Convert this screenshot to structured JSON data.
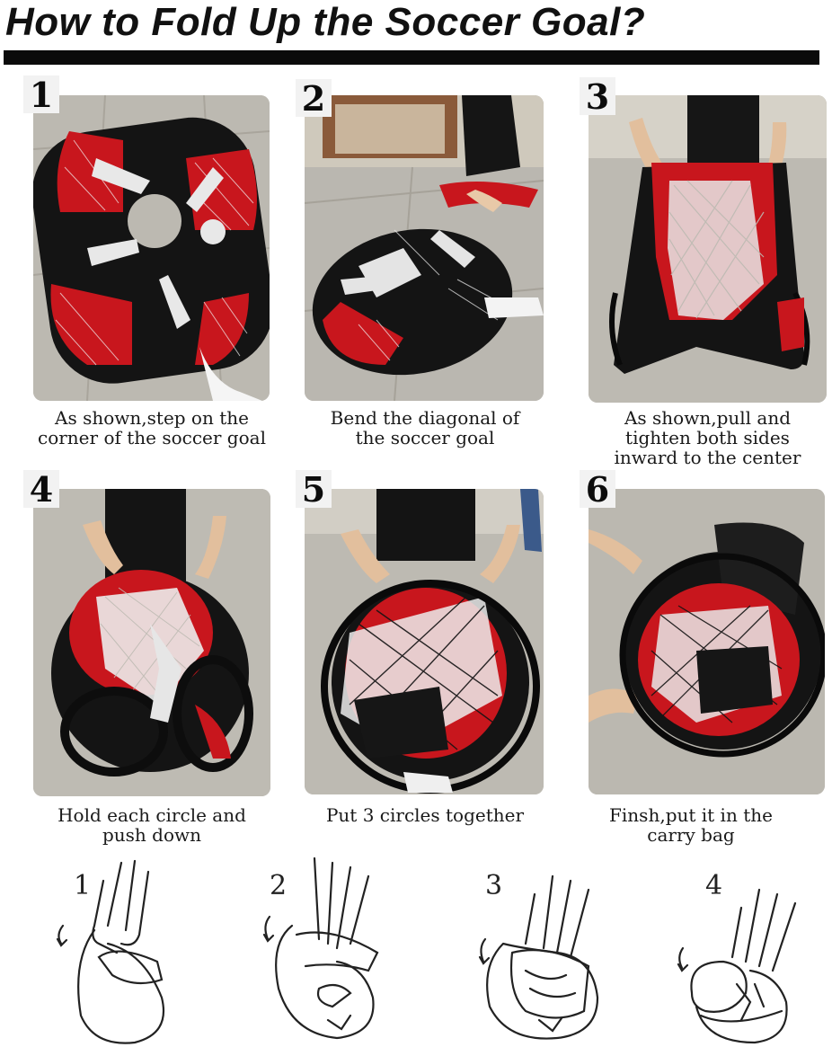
{
  "title": "How to Fold Up the Soccer Goal?",
  "steps": [
    {
      "badge": "1",
      "caption": "As shown,step on the\ncorner of the soccer goal"
    },
    {
      "badge": "2",
      "caption": "Bend the diagonal of\nthe soccer goal"
    },
    {
      "badge": "3",
      "caption": "As shown,pull and\ntighten both sides\ninward to the center"
    },
    {
      "badge": "4",
      "caption": "Hold each circle and\npush down"
    },
    {
      "badge": "5",
      "caption": "Put 3 circles together"
    },
    {
      "badge": "6",
      "caption": "Finsh,put it in the\ncarry bag"
    }
  ],
  "sketches": [
    {
      "number": "1"
    },
    {
      "number": "2"
    },
    {
      "number": "3"
    },
    {
      "number": "4"
    }
  ],
  "colors": {
    "net_red": "#c8161d",
    "fabric_black": "#121212",
    "floor": "#b9b6ae",
    "wall": "#d8d4cb"
  }
}
